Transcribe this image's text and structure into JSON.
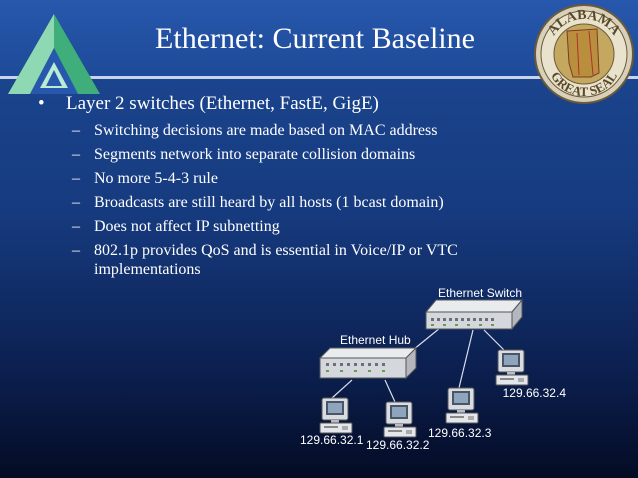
{
  "slide": {
    "title": "Ethernet: Current Baseline",
    "bullets": [
      {
        "text": "Layer 2 switches (Ethernet, FastE, GigE)",
        "sub": [
          "Switching decisions are made based on MAC address",
          "Segments network into separate collision domains",
          "No more 5-4-3 rule",
          "Broadcasts are still heard by all hosts (1 bcast domain)",
          "Does not affect IP subnetting",
          "802.1p provides QoS and is essential in Voice/IP or VTC implementations"
        ]
      }
    ],
    "bullet_glyph": "•",
    "dash_glyph": "–"
  },
  "seal": {
    "top_text": "ALABAMA",
    "bottom_text": "GREAT SEAL"
  },
  "diagram": {
    "switch_label": "Ethernet Switch",
    "hub_label": "Ethernet Hub",
    "hosts": [
      {
        "label": "129.66.32.1"
      },
      {
        "label": "129.66.32.2"
      },
      {
        "label": "129.66.32.3"
      },
      {
        "label": "129.66.32.4"
      }
    ]
  },
  "icons": {
    "logo": "triangle-logo-icon",
    "seal": "state-seal-icon",
    "computer": "computer-icon",
    "switch": "network-switch-icon",
    "hub": "network-hub-icon"
  },
  "colors": {
    "background_top": "#1d4a96",
    "background_bottom": "#040b24",
    "title_text": "#ffffff",
    "logo_green": "#3fae7b"
  }
}
